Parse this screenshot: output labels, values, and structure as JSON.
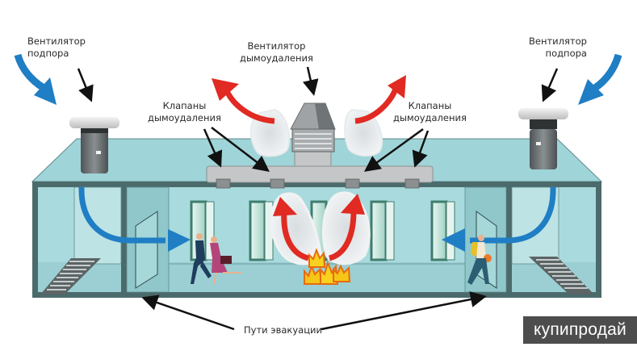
{
  "diagram": {
    "title": "Smoke ventilation system scheme",
    "labels": {
      "supply_fan_left": "Вентилятор\nподпора",
      "supply_fan_right": "Вентилятор\nподпора",
      "exhaust_fan": "Вентилятор\nдымоудаления",
      "valves_left": "Клапаны\nдымоудаления",
      "valves_right": "Клапаны\nдымоудаления",
      "evacuation_routes": "Пути эвакуации"
    },
    "colors": {
      "building_fill": "#a9d9dc",
      "building_frame": "#4b6a6b",
      "roof_fill": "#9ed3d8",
      "duct_fill": "#c4c6c7",
      "supply_air_arrow": "#1f7ec4",
      "smoke_arrow": "#e02a22",
      "flame": "#f5c518",
      "door": "#3f7d6e"
    }
  },
  "watermark": {
    "text": "купипродай"
  }
}
